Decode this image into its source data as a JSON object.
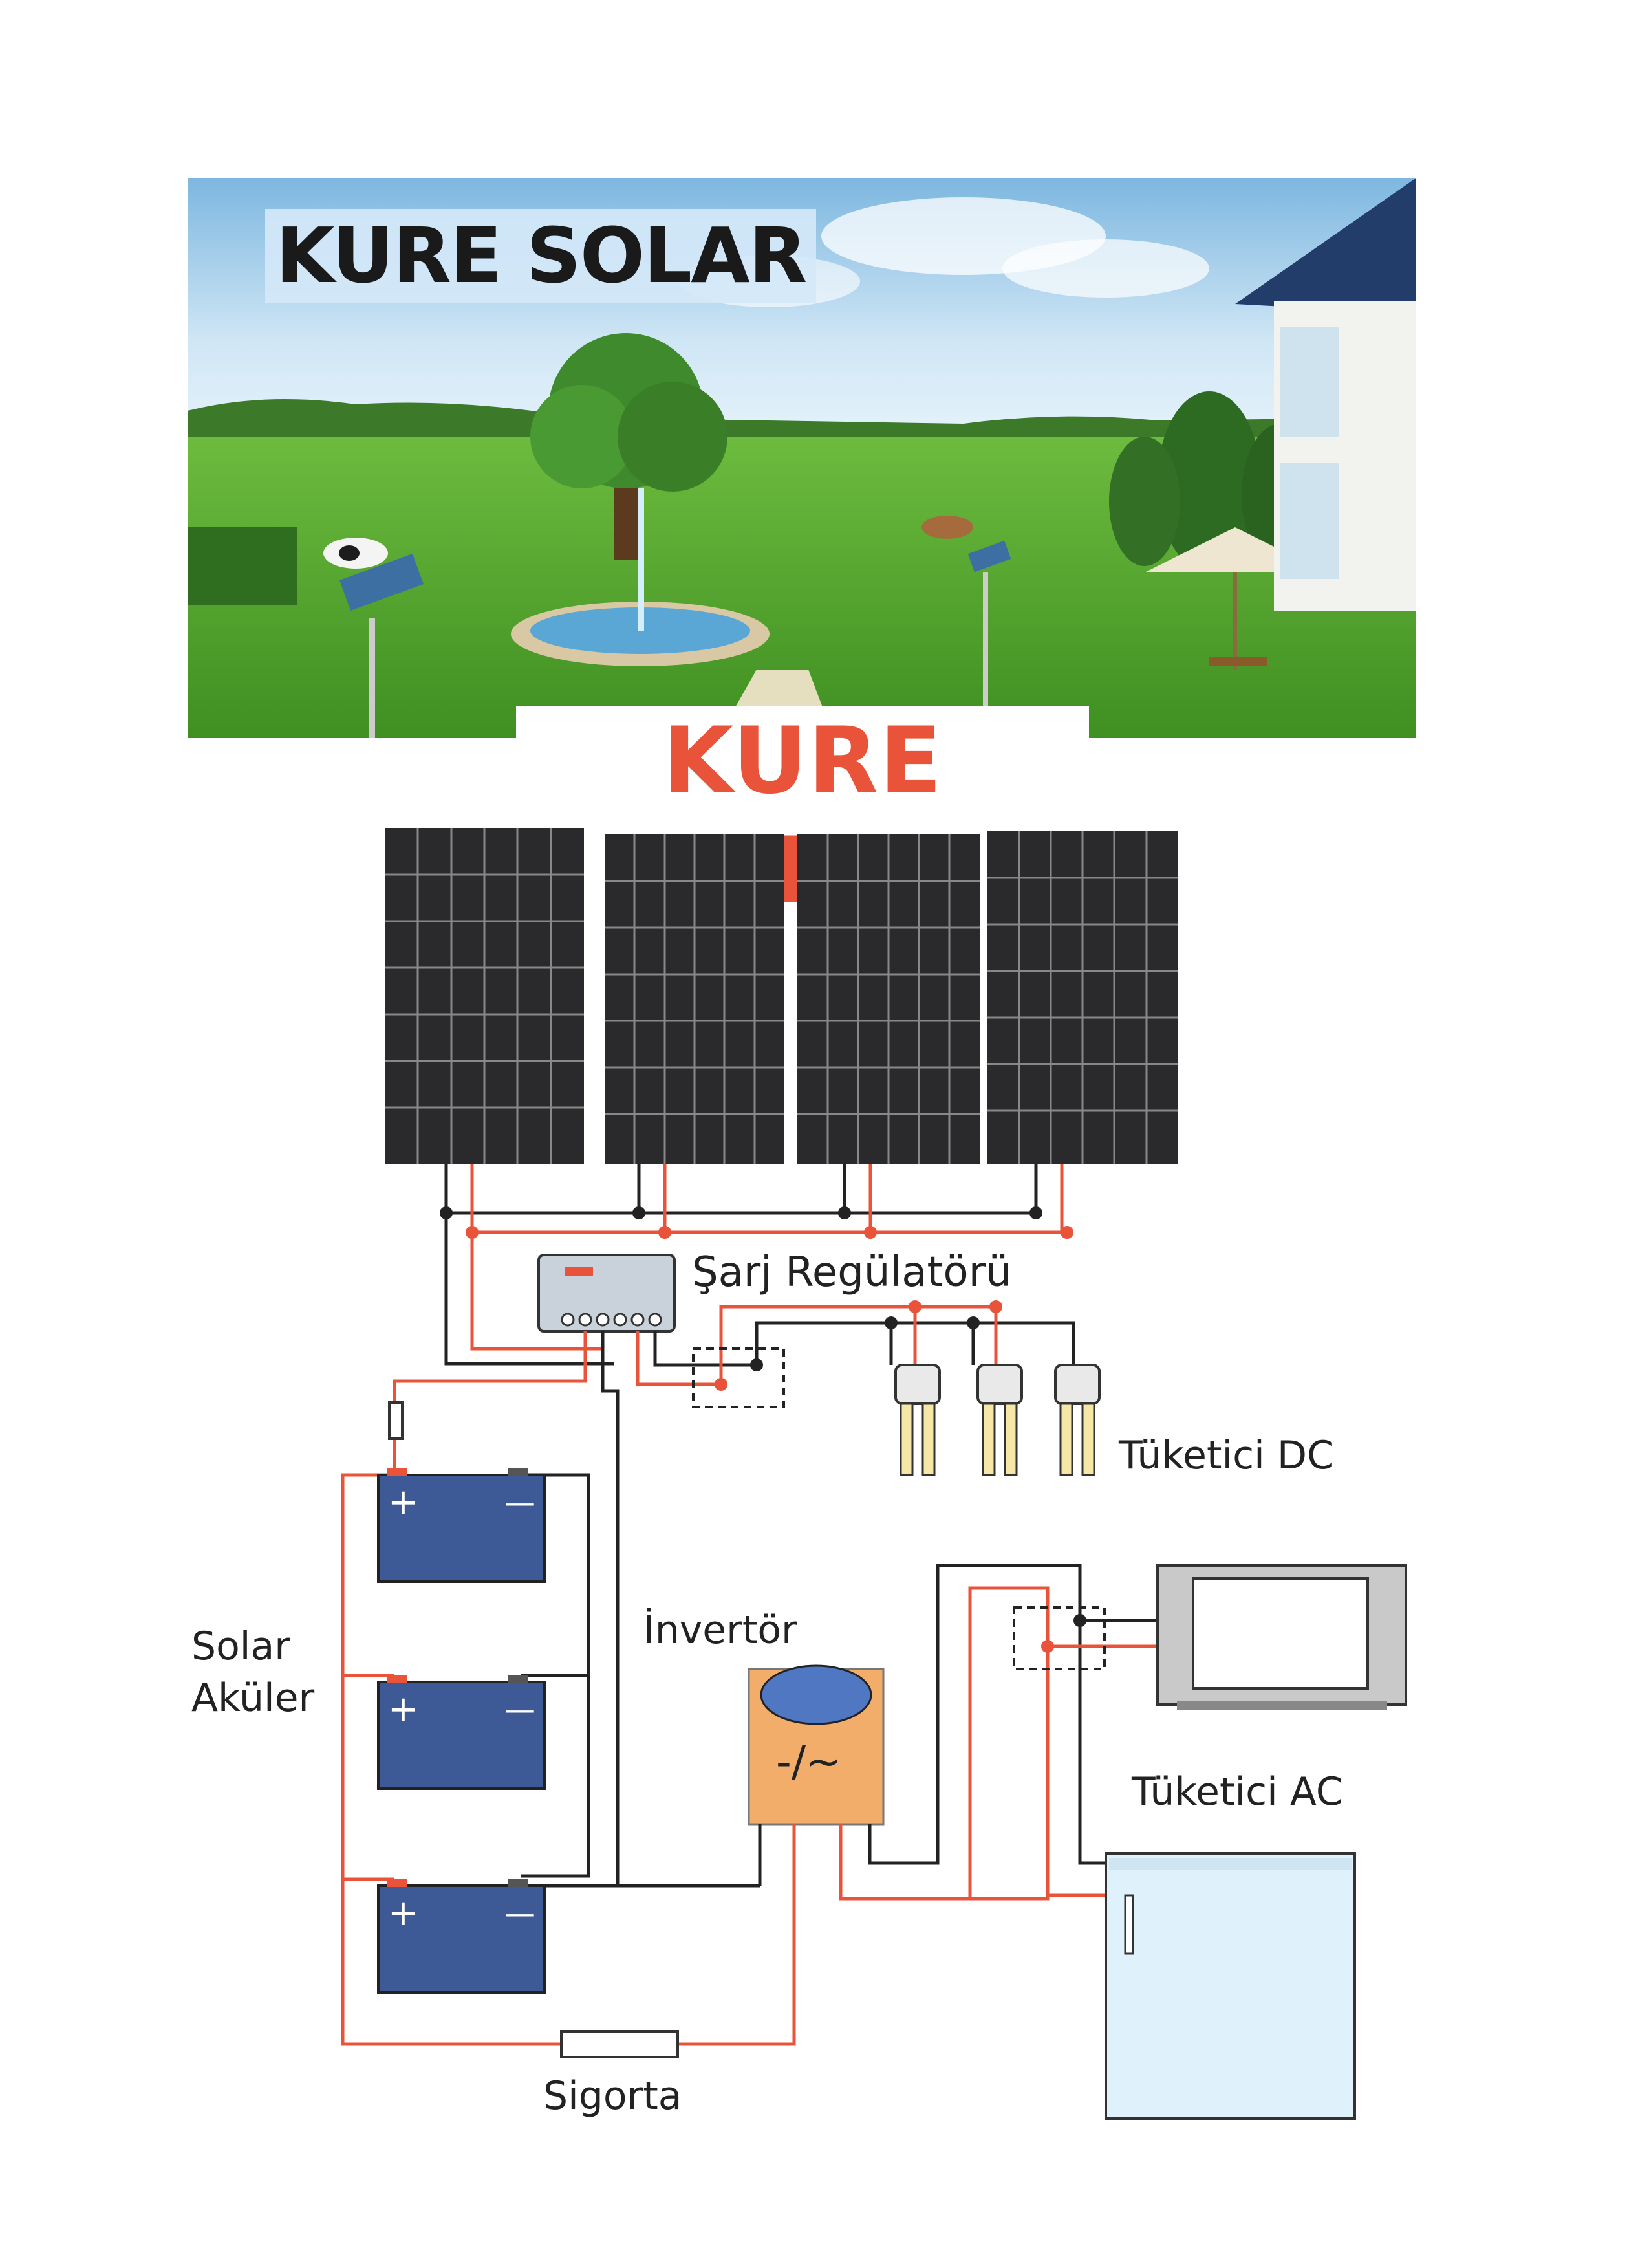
{
  "banner": {
    "title": "KURE SOLAR"
  },
  "main_title": "KURE SOLAR",
  "labels": {
    "charge_regulator": "Şarj Regülatörü",
    "dc_consumer": "Tüketici DC",
    "solar_batteries_line1": "Solar",
    "solar_batteries_line2": "Aküler",
    "inverter": "İnvertör",
    "inverter_symbol": "-/~",
    "ac_consumer": "Tüketici AC",
    "fuse": "Sigorta"
  },
  "battery_symbols": {
    "plus": "+",
    "minus": "—"
  },
  "colors": {
    "title_accent": "#e8533a",
    "red_wire": "#e8533a",
    "black_wire": "#222222",
    "panel": "#2a2a2c",
    "battery": "#3d5a96",
    "inverter": "#f3ad6b",
    "inverter_dial": "#4f77c2",
    "fridge": "#dff1fa"
  },
  "icons": [
    "solar-panel-icon",
    "charge-controller-icon",
    "bulb-icon",
    "battery-icon",
    "inverter-icon",
    "tv-icon",
    "fridge-icon",
    "fuse-icon"
  ]
}
